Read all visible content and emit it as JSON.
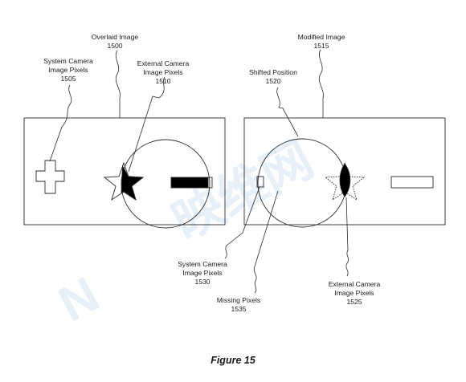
{
  "watermark": {
    "glyph": "N",
    "chars": "映维网"
  },
  "labels": {
    "overlaid_image": {
      "line1": "Overlaid Image",
      "line2": "1500"
    },
    "system_camera_pixels_left": {
      "line1": "System Camera",
      "line2": "Image Pixels",
      "line3": "1505"
    },
    "external_camera_pixels_left": {
      "line1": "External Camera",
      "line2": "Image  Pixels",
      "line3": "1510"
    },
    "modified_image": {
      "line1": "Modified Image",
      "line2": "1515"
    },
    "shifted_position": {
      "line1": "Shifted Position",
      "line2": "1520"
    },
    "system_camera_pixels_right": {
      "line1": "System Camera",
      "line2": "Image Pixels",
      "line3": "1530"
    },
    "missing_pixels": {
      "line1": "Missing Pixels",
      "line2": "1535"
    },
    "external_camera_pixels_right": {
      "line1": "External Camera",
      "line2": "Image  Pixels",
      "line3": "1525"
    }
  },
  "caption": "Figure 15",
  "colors": {
    "stroke": "#2a2a2a",
    "fill": "#000000",
    "watermark": "#d5e3f3"
  }
}
